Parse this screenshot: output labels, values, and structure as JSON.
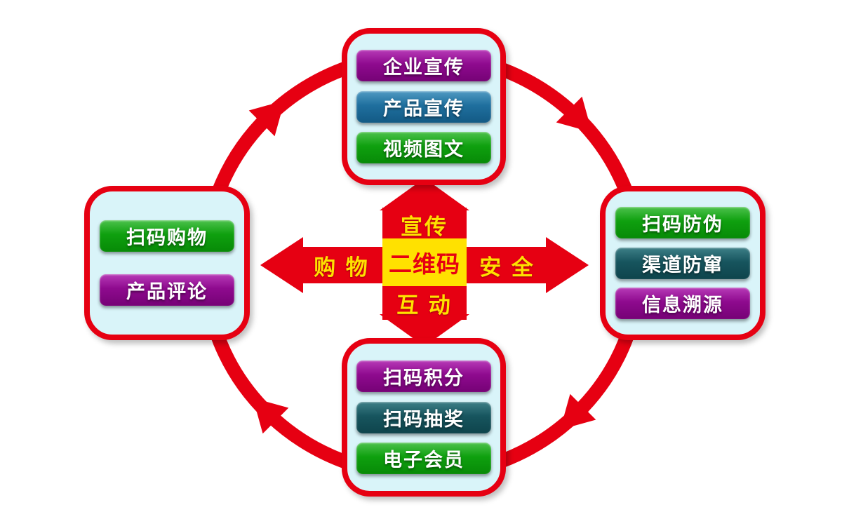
{
  "diagram": {
    "title_hint": "qr-code-application-cycle",
    "center": {
      "label": "二维码"
    },
    "arms": {
      "top": "宣传",
      "bottom": "互 动",
      "left": "购 物",
      "right": "安 全"
    },
    "groups": {
      "top": {
        "items": [
          {
            "label": "企业宣传",
            "color": "purple"
          },
          {
            "label": "产品宣传",
            "color": "blue"
          },
          {
            "label": "视频图文",
            "color": "green"
          }
        ]
      },
      "right": {
        "items": [
          {
            "label": "扫码防伪",
            "color": "green"
          },
          {
            "label": "渠道防窜",
            "color": "teal"
          },
          {
            "label": "信息溯源",
            "color": "purple"
          }
        ]
      },
      "bottom": {
        "items": [
          {
            "label": "扫码积分",
            "color": "purple"
          },
          {
            "label": "扫码抽奖",
            "color": "teal"
          },
          {
            "label": "电子会员",
            "color": "green"
          }
        ]
      },
      "left": {
        "items": [
          {
            "label": "扫码购物",
            "color": "green"
          },
          {
            "label": "产品评论",
            "color": "purple"
          }
        ]
      }
    },
    "palette": {
      "red": "#e60012",
      "yellow": "#ffe100",
      "purple": "#8e0a8e",
      "blue": "#1f6f9e",
      "green": "#0fa00f",
      "teal": "#17555e",
      "panel_fill": "#d9f4f9"
    }
  }
}
